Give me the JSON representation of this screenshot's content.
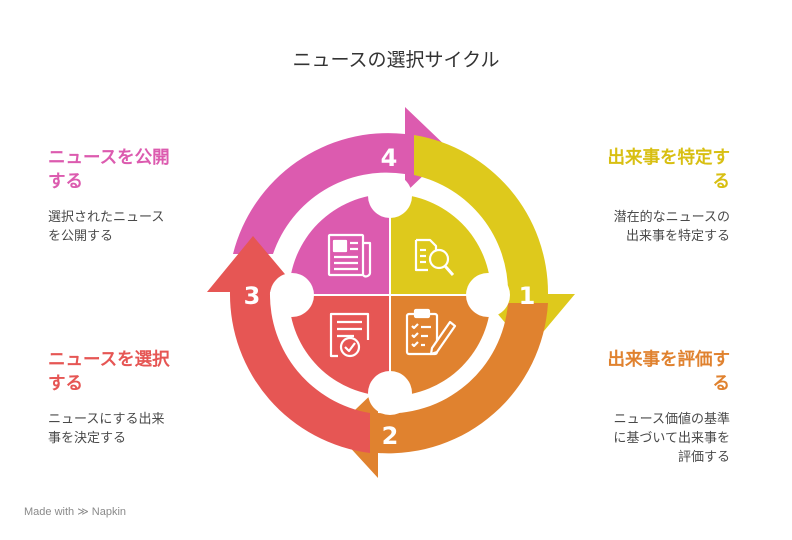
{
  "title": "ニュースの選択サイクル",
  "colors": {
    "yellow": "#DEC91C",
    "orange": "#E0822F",
    "red": "#E65654",
    "pink": "#DC5BAF"
  },
  "steps": [
    {
      "number": "1",
      "heading_line1": "出来事を特定す",
      "heading_line2": "る",
      "desc_line1": "潜在的なニュースの",
      "desc_line2": "出来事を特定する",
      "desc_line3": "",
      "icon": "magnifier-document-icon"
    },
    {
      "number": "2",
      "heading_line1": "出来事を評価す",
      "heading_line2": "る",
      "desc_line1": "ニュース価値の基準",
      "desc_line2": "に基づいて出来事を",
      "desc_line3": "評価する",
      "icon": "clipboard-pencil-icon"
    },
    {
      "number": "3",
      "heading_line1": "ニュースを選択",
      "heading_line2": "する",
      "desc_line1": "ニュースにする出来",
      "desc_line2": "事を決定する",
      "desc_line3": "",
      "icon": "approved-document-icon"
    },
    {
      "number": "4",
      "heading_line1": "ニュースを公開",
      "heading_line2": "する",
      "desc_line1": "選択されたニュース",
      "desc_line2": "を公開する",
      "desc_line3": "",
      "icon": "newspaper-icon"
    }
  ],
  "footer": "Made with ≫ Napkin"
}
